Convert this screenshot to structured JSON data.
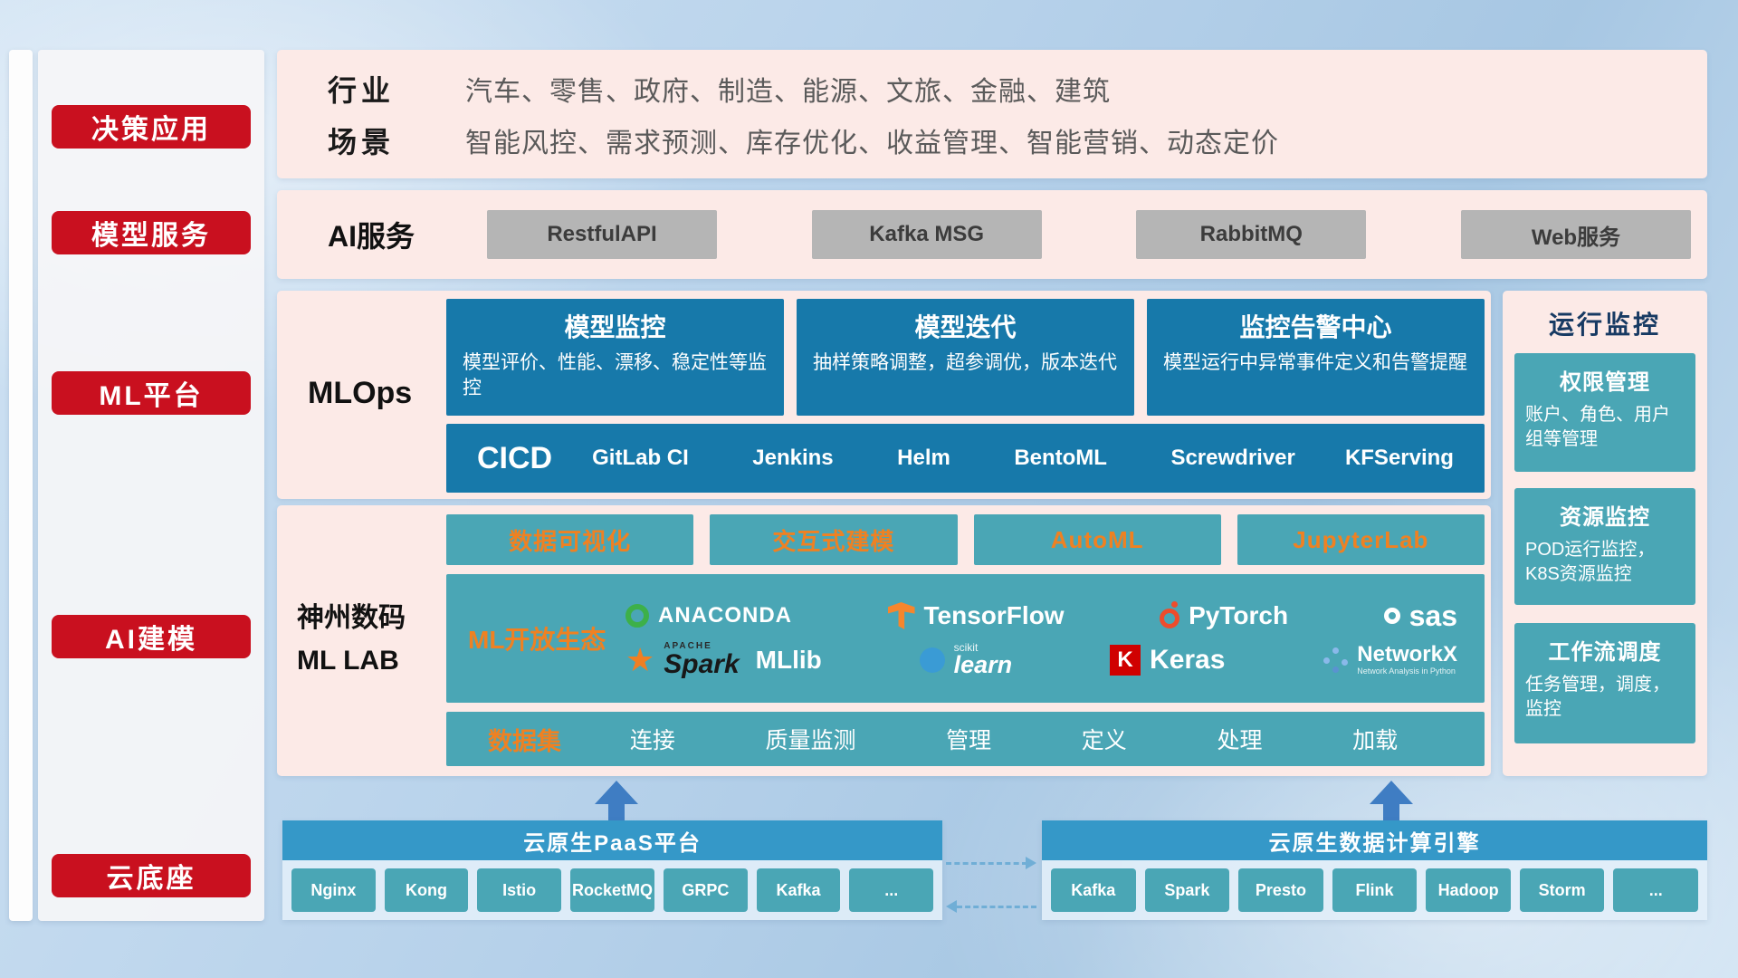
{
  "colors": {
    "red": "#c9101f",
    "pink": "#fceae7",
    "blue-card": "#1779aa",
    "teal": "#4aa6b5",
    "bar-blue": "#3598c8",
    "orange": "#ef8122",
    "navy": "#173a63",
    "gray-btn": "#b5b5b5",
    "arrow": "#3f7dc3",
    "dash": "#70aed6"
  },
  "sidebar": {
    "items": [
      {
        "label": "决策应用"
      },
      {
        "label": "模型服务"
      },
      {
        "label": "ML平台"
      },
      {
        "label": "AI建模"
      },
      {
        "label": "云底座"
      }
    ]
  },
  "apps": {
    "industry_label": "行业",
    "industry_list": "汽车、零售、政府、制造、能源、文旅、金融、建筑",
    "scene_label": "场景",
    "scene_list": "智能风控、需求预测、库存优化、收益管理、智能营销、动态定价"
  },
  "ai_service": {
    "label": "AI服务",
    "buttons": [
      {
        "label": "RestfulAPI"
      },
      {
        "label": "Kafka MSG"
      },
      {
        "label": "RabbitMQ"
      },
      {
        "label": "Web服务"
      }
    ]
  },
  "mlops": {
    "label": "MLOps",
    "cards": [
      {
        "title": "模型监控",
        "desc": "模型评价、性能、漂移、稳定性等监控"
      },
      {
        "title": "模型迭代",
        "desc": "抽样策略调整，超参调优，版本迭代"
      },
      {
        "title": "监控告警中心",
        "desc": "模型运行中异常事件定义和告警提醒"
      }
    ],
    "cicd_label": "CICD",
    "cicd_items": [
      {
        "label": "GitLab CI"
      },
      {
        "label": "Jenkins"
      },
      {
        "label": "Helm"
      },
      {
        "label": "BentoML"
      },
      {
        "label": "Screwdriver"
      },
      {
        "label": "KFServing"
      }
    ]
  },
  "mllab": {
    "label_line1": "神州数码",
    "label_line2": "ML LAB",
    "tools": [
      {
        "label": "数据可视化"
      },
      {
        "label": "交互式建模"
      },
      {
        "label": "AutoML"
      },
      {
        "label": "JupyterLab"
      }
    ],
    "eco_label": "ML开放生态",
    "logos": {
      "anaconda": "ANACONDA",
      "tensorflow": "TensorFlow",
      "pytorch": "PyTorch",
      "sas": "sas",
      "spark_apache": "APACHE",
      "spark": "Spark",
      "mllib": "MLlib",
      "scikit_top": "scikit",
      "scikit": "learn",
      "keras_k": "K",
      "keras": "Keras",
      "networkx": "NetworkX",
      "networkx_sub": "Network Analysis in Python",
      "spark_star": "★"
    },
    "data_label": "数据集",
    "data_items": [
      {
        "label": "连接"
      },
      {
        "label": "质量监测"
      },
      {
        "label": "管理"
      },
      {
        "label": "定义"
      },
      {
        "label": "处理"
      },
      {
        "label": "加载"
      }
    ]
  },
  "monitor": {
    "title": "运行监控",
    "cards": [
      {
        "title": "权限管理",
        "desc": "账户、角色、用户组等管理"
      },
      {
        "title": "资源监控",
        "desc": "POD运行监控，K8S资源监控"
      },
      {
        "title": "工作流调度",
        "desc": "任务管理，调度，监控"
      }
    ]
  },
  "foundation": {
    "paas_title": "云原生PaaS平台",
    "paas_items": [
      {
        "label": "Nginx"
      },
      {
        "label": "Kong"
      },
      {
        "label": "Istio"
      },
      {
        "label": "RocketMQ"
      },
      {
        "label": "GRPC"
      },
      {
        "label": "Kafka"
      },
      {
        "label": "..."
      }
    ],
    "engine_title": "云原生数据计算引擎",
    "engine_items": [
      {
        "label": "Kafka"
      },
      {
        "label": "Spark"
      },
      {
        "label": "Presto"
      },
      {
        "label": "Flink"
      },
      {
        "label": "Hadoop"
      },
      {
        "label": "Storm"
      },
      {
        "label": "..."
      }
    ]
  }
}
